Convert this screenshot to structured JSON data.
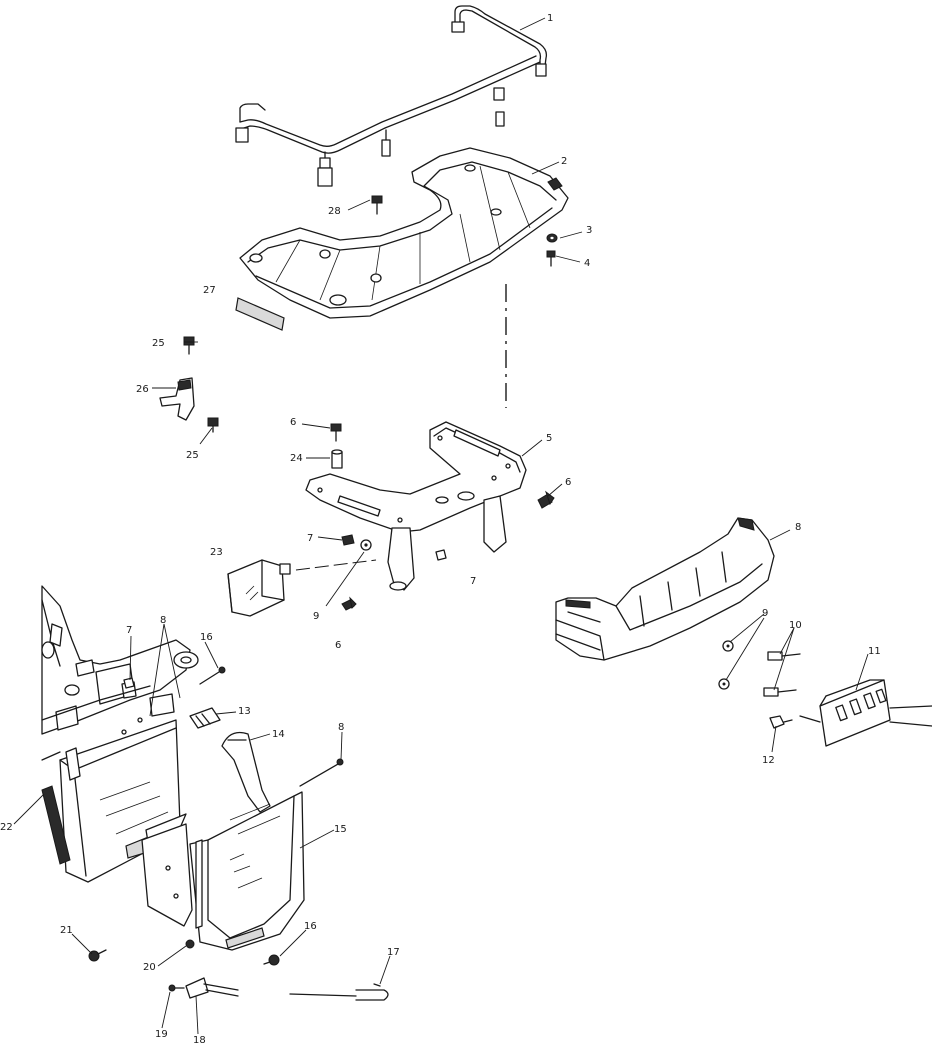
{
  "callouts": [
    {
      "id": "c1",
      "label": "1"
    },
    {
      "id": "c2",
      "label": "2"
    },
    {
      "id": "c3",
      "label": "3"
    },
    {
      "id": "c4",
      "label": "4"
    },
    {
      "id": "c28",
      "label": "28"
    },
    {
      "id": "c27",
      "label": "27"
    },
    {
      "id": "c25a",
      "label": "25"
    },
    {
      "id": "c26",
      "label": "26"
    },
    {
      "id": "c25b",
      "label": "25"
    },
    {
      "id": "c6a",
      "label": "6"
    },
    {
      "id": "c24",
      "label": "24"
    },
    {
      "id": "c5",
      "label": "5"
    },
    {
      "id": "c6b",
      "label": "6"
    },
    {
      "id": "c7a",
      "label": "7"
    },
    {
      "id": "c23",
      "label": "23"
    },
    {
      "id": "c9a",
      "label": "9"
    },
    {
      "id": "c6c",
      "label": "6"
    },
    {
      "id": "c7b",
      "label": "7"
    },
    {
      "id": "c8a",
      "label": "8"
    },
    {
      "id": "c9b",
      "label": "9"
    },
    {
      "id": "c10",
      "label": "10"
    },
    {
      "id": "c11",
      "label": "11"
    },
    {
      "id": "c12",
      "label": "12"
    },
    {
      "id": "c7c",
      "label": "7"
    },
    {
      "id": "c8b",
      "label": "8"
    },
    {
      "id": "c16a",
      "label": "16"
    },
    {
      "id": "c13",
      "label": "13"
    },
    {
      "id": "c14",
      "label": "14"
    },
    {
      "id": "c8c",
      "label": "8"
    },
    {
      "id": "c15",
      "label": "15"
    },
    {
      "id": "c22",
      "label": "22"
    },
    {
      "id": "c21",
      "label": "21"
    },
    {
      "id": "c20",
      "label": "20"
    },
    {
      "id": "c16b",
      "label": "16"
    },
    {
      "id": "c17",
      "label": "17"
    },
    {
      "id": "c19",
      "label": "19"
    },
    {
      "id": "c18",
      "label": "18"
    }
  ]
}
